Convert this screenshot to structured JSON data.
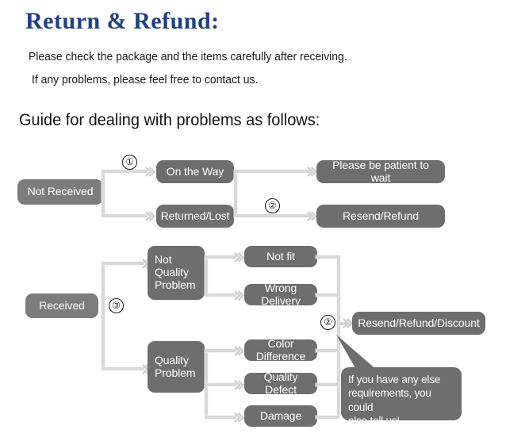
{
  "header": {
    "title": "Return & Refund:",
    "line1": "Please check the package and the items carefully after receiving.",
    "line2": "If any problems, please feel free to contact us.",
    "guide_heading": "Guide for dealing with problems as follows:",
    "title_color": "#1f3f87"
  },
  "colors": {
    "node_fill": "#6e6e6e",
    "node_fill_light": "#7c7c7c",
    "connector": "#d9d9d9",
    "arrow": "#d2d2d2",
    "text_on_node": "#ffffff",
    "body_text": "#1a1a1a"
  },
  "flow": {
    "not_received": {
      "root": "Not Received",
      "step_marker": "①",
      "branches": [
        {
          "label": "On the Way",
          "outcome": "Please be patient to wait"
        },
        {
          "label": "Returned/Lost",
          "outcome": "Resend/Refund"
        }
      ],
      "outcome_step_marker": "②"
    },
    "received": {
      "root": "Received",
      "step_marker": "③",
      "categories": [
        {
          "label": "Not\nQuality\nProblem",
          "reasons": [
            "Not fit",
            "Wrong Delivery"
          ]
        },
        {
          "label": "Quality\nProblem",
          "reasons": [
            "Color Difference",
            "Quality Defect",
            "Damage"
          ]
        }
      ],
      "outcome": "Resend/Refund/Discount",
      "outcome_step_marker": "②",
      "note": "If you have any else\nrequirements, you could\nalso tell us!"
    }
  }
}
